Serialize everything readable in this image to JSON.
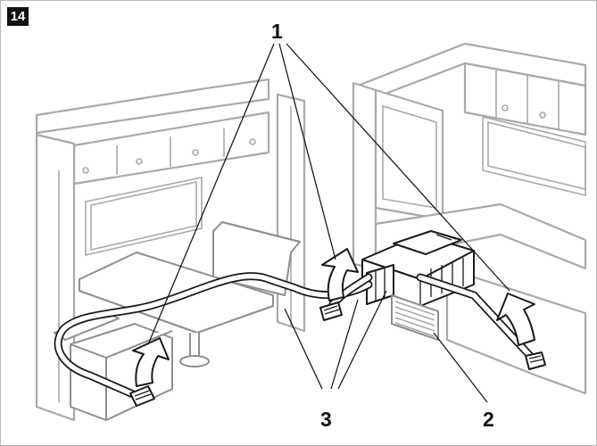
{
  "figure_number": "14",
  "callouts": [
    {
      "id": "1",
      "text": "1"
    },
    {
      "id": "2",
      "text": "2"
    },
    {
      "id": "3",
      "text": "3"
    }
  ],
  "colors": {
    "line_dark": "#1a1a1a",
    "line_light": "#a9a9a9",
    "badge": "#111111"
  }
}
